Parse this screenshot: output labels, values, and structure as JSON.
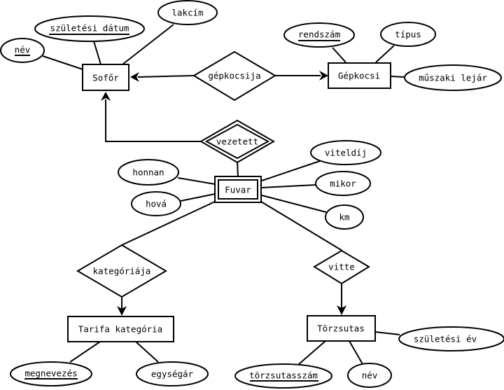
{
  "diagram": {
    "type": "Entity-Relationship diagram",
    "entities": {
      "sofor": {
        "label": "Sofőr",
        "weak": false
      },
      "gepkocsi": {
        "label": "Gépkocsi",
        "weak": false
      },
      "fuvar": {
        "label": "Fuvar",
        "weak": true
      },
      "tarifa": {
        "label": "Tarifa kategória",
        "weak": false
      },
      "torzsutas": {
        "label": "Törzsutas",
        "weak": false
      }
    },
    "relationships": {
      "gepkocsija": {
        "label": "gépkocsija",
        "identifying": false
      },
      "vezetett": {
        "label": "vezetett",
        "identifying": true
      },
      "kategoriaja": {
        "label": "kategóriája",
        "identifying": false
      },
      "vitte": {
        "label": "vitte",
        "identifying": false
      }
    },
    "attributes": {
      "sofor_nev": {
        "label": "név",
        "key": true,
        "entity": "Sofőr"
      },
      "sofor_szuletesi_datum": {
        "label": "születési dátum",
        "key": true,
        "entity": "Sofőr"
      },
      "sofor_lakcim": {
        "label": "lakcím",
        "key": false,
        "entity": "Sofőr"
      },
      "gepkocsi_rendszam": {
        "label": "rendszám",
        "key": true,
        "entity": "Gépkocsi"
      },
      "gepkocsi_tipus": {
        "label": "típus",
        "key": false,
        "entity": "Gépkocsi"
      },
      "gepkocsi_muszaki_lejar": {
        "label": "műszaki lejár",
        "key": false,
        "entity": "Gépkocsi"
      },
      "fuvar_honnan": {
        "label": "honnan",
        "key": false,
        "entity": "Fuvar"
      },
      "fuvar_hova": {
        "label": "hová",
        "key": false,
        "entity": "Fuvar"
      },
      "fuvar_viteldij": {
        "label": "viteldíj",
        "key": false,
        "entity": "Fuvar"
      },
      "fuvar_mikor": {
        "label": "mikor",
        "key": false,
        "entity": "Fuvar"
      },
      "fuvar_km": {
        "label": "km",
        "key": false,
        "entity": "Fuvar"
      },
      "tarifa_megnevezes": {
        "label": "megnevezés",
        "key": true,
        "entity": "Tarifa kategória"
      },
      "tarifa_egysegar": {
        "label": "egységár",
        "key": false,
        "entity": "Tarifa kategória"
      },
      "torzsutas_torzsutasszam": {
        "label": "törzsutasszám",
        "key": true,
        "entity": "Törzsutas"
      },
      "torzsutas_nev": {
        "label": "név",
        "key": false,
        "entity": "Törzsutas"
      },
      "torzsutas_szuletesi_ev": {
        "label": "születési év",
        "key": false,
        "entity": "Törzsutas"
      }
    },
    "connections": [
      {
        "from": "gépkocsija",
        "to": "Sofőr",
        "arrow": true
      },
      {
        "from": "gépkocsija",
        "to": "Gépkocsi",
        "arrow": true
      },
      {
        "from": "vezetett",
        "to": "Sofőr",
        "arrow": true
      },
      {
        "from": "vezetett",
        "to": "Fuvar",
        "arrow": false
      },
      {
        "from": "Fuvar",
        "to": "kategóriája",
        "arrow": false
      },
      {
        "from": "kategóriája",
        "to": "Tarifa kategória",
        "arrow": true
      },
      {
        "from": "Fuvar",
        "to": "vitte",
        "arrow": false
      },
      {
        "from": "vitte",
        "to": "Törzsutas",
        "arrow": true
      }
    ]
  }
}
